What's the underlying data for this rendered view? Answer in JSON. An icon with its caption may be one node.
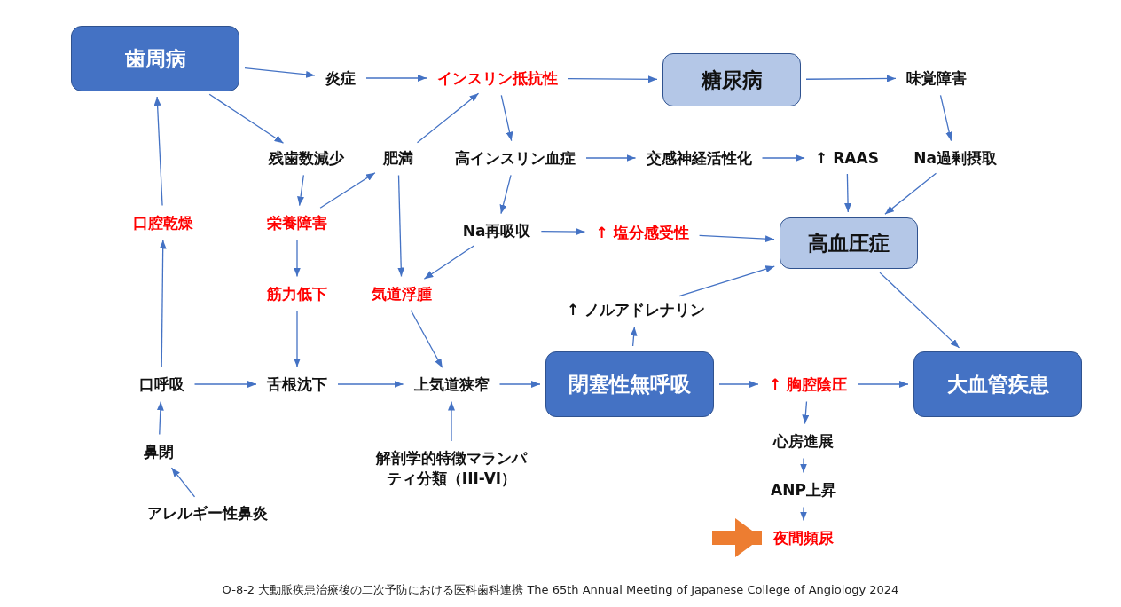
{
  "diagram": {
    "caption": "O-8-2 大動脈疾患治療後の二次予防における医科歯科連携 The 65th Annual Meeting of Japanese College of Angiology 2024",
    "nodes": [
      {
        "text": [
          "歯周病"
        ]
      },
      {
        "text": [
          "炎症"
        ]
      },
      {
        "text": [
          "インスリン抵抗性"
        ]
      },
      {
        "text": [
          "糖尿病"
        ]
      },
      {
        "text": [
          "味覚障害"
        ]
      },
      {
        "text": [
          "残歯数減少"
        ]
      },
      {
        "text": [
          "肥満"
        ]
      },
      {
        "text": [
          "高インスリン血症"
        ]
      },
      {
        "text": [
          "交感神経活性化"
        ]
      },
      {
        "text": [
          "↑ RAAS"
        ]
      },
      {
        "text": [
          "Na過剰摂取"
        ]
      },
      {
        "text": [
          "口腔乾燥"
        ]
      },
      {
        "text": [
          "栄養障害"
        ]
      },
      {
        "text": [
          "Na再吸収"
        ]
      },
      {
        "text": [
          "↑ 塩分感受性"
        ]
      },
      {
        "text": [
          "高血圧症"
        ]
      },
      {
        "text": [
          "筋力低下"
        ]
      },
      {
        "text": [
          "気道浮腫"
        ]
      },
      {
        "text": [
          "↑ ノルアドレナリン"
        ]
      },
      {
        "text": [
          "口呼吸"
        ]
      },
      {
        "text": [
          "舌根沈下"
        ]
      },
      {
        "text": [
          "上気道狭窄"
        ]
      },
      {
        "text": [
          "閉塞性無呼吸"
        ]
      },
      {
        "text": [
          "↑ 胸腔陰圧"
        ]
      },
      {
        "text": [
          "大血管疾患"
        ]
      },
      {
        "text": [
          "鼻閉"
        ]
      },
      {
        "text": [
          "解剖学的特徴マランパティ分類（III-VI）"
        ]
      },
      {
        "text": [
          "アレルギー性鼻炎"
        ]
      },
      {
        "text": [
          "心房進展"
        ]
      },
      {
        "text": [
          "ANP上昇"
        ]
      },
      {
        "text": [
          "夜間頻尿"
        ]
      }
    ],
    "edges": [
      {
        "from": 0,
        "to": 1,
        "arrow": "to"
      },
      {
        "from": 1,
        "to": 2,
        "arrow": "to"
      },
      {
        "from": 2,
        "to": 3,
        "arrow": "to"
      },
      {
        "from": 3,
        "to": 4,
        "arrow": "to"
      },
      {
        "from": 0,
        "to": 5,
        "arrow": "to"
      },
      {
        "from": 6,
        "to": 2,
        "arrow": "to"
      },
      {
        "from": 2,
        "to": 7,
        "arrow": "to"
      },
      {
        "from": 7,
        "to": 8,
        "arrow": "to"
      },
      {
        "from": 8,
        "to": 9,
        "arrow": "to"
      },
      {
        "from": 4,
        "to": 10,
        "arrow": "to"
      },
      {
        "from": 9,
        "to": 15,
        "arrow": "to"
      },
      {
        "from": 10,
        "to": 15,
        "arrow": "to"
      },
      {
        "from": 5,
        "to": 12,
        "arrow": "to"
      },
      {
        "from": 12,
        "to": 6,
        "arrow": "to"
      },
      {
        "from": 6,
        "to": 17,
        "arrow": "to"
      },
      {
        "from": 7,
        "to": 13,
        "arrow": "to"
      },
      {
        "from": 13,
        "to": 14,
        "arrow": "to"
      },
      {
        "from": 14,
        "to": 15,
        "arrow": "to"
      },
      {
        "from": 13,
        "to": 17,
        "arrow": "to"
      },
      {
        "from": 12,
        "to": 16,
        "arrow": "to"
      },
      {
        "from": 16,
        "to": 20,
        "arrow": "to"
      },
      {
        "from": 17,
        "to": 21,
        "arrow": "to"
      },
      {
        "from": 19,
        "to": 11,
        "arrow": "to"
      },
      {
        "from": 11,
        "to": 0,
        "arrow": "to"
      },
      {
        "from": 19,
        "to": 20,
        "arrow": "to"
      },
      {
        "from": 20,
        "to": 21,
        "arrow": "to"
      },
      {
        "from": 21,
        "to": 22,
        "arrow": "to"
      },
      {
        "from": 22,
        "to": 18,
        "arrow": "to"
      },
      {
        "from": 18,
        "to": 15,
        "arrow": "to"
      },
      {
        "from": 15,
        "to": 24,
        "arrow": "to"
      },
      {
        "from": 22,
        "to": 23,
        "arrow": "to"
      },
      {
        "from": 23,
        "to": 24,
        "arrow": "to"
      },
      {
        "from": 25,
        "to": 19,
        "arrow": "to"
      },
      {
        "from": 27,
        "to": 25,
        "arrow": "to"
      },
      {
        "from": 26,
        "to": 21,
        "arrow": "to"
      },
      {
        "from": 23,
        "to": 28,
        "arrow": "to"
      },
      {
        "from": 28,
        "to": 29,
        "arrow": "to"
      },
      {
        "from": 29,
        "to": 30,
        "arrow": "to"
      },
      {
        "from": null,
        "to": 30,
        "arrow": "to",
        "style": "thick",
        "color": "#ed7d31"
      }
    ]
  }
}
